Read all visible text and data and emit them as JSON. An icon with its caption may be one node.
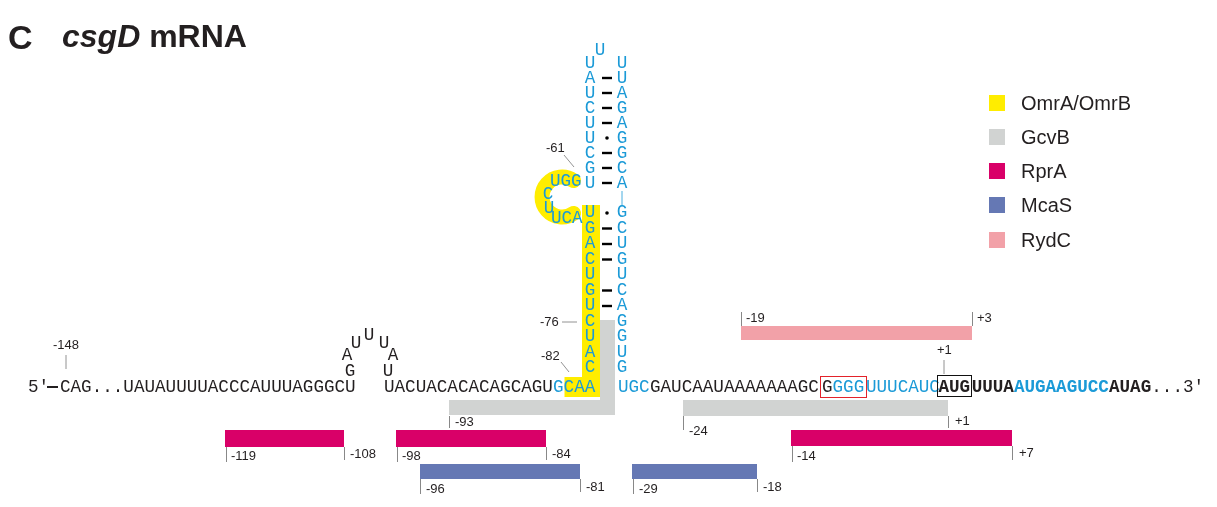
{
  "diagram": {
    "title": "*csgD* mRNA",
    "nodes": [
      {
        "text": [],
        "shape": "bar",
        "beside": [
          "-19",
          "+3"
        ]
      },
      {
        "text": [
          "GGGG"
        ]
      },
      {
        "text": [
          "AUG"
        ]
      },
      {
        "text": [],
        "shape": "bar",
        "beside": [
          "-93"
        ]
      },
      {
        "text": [],
        "shape": "bar",
        "beside": [
          "-24",
          "+1"
        ]
      },
      {
        "text": [],
        "shape": "bar",
        "beside": [
          "-119",
          "-108"
        ]
      },
      {
        "text": [],
        "shape": "bar",
        "beside": [
          "-98",
          "-84"
        ]
      },
      {
        "text": [],
        "shape": "bar",
        "beside": [
          "-14",
          "+7"
        ]
      },
      {
        "text": [],
        "shape": "bar",
        "beside": [
          "-96",
          "-81"
        ]
      },
      {
        "text": [],
        "shape": "bar",
        "beside": [
          "-29",
          "-18"
        ]
      }
    ],
    "labels": [
      "C",
      "U",
      "UAUCUUCGU",
      "UUAGAGGCA",
      "-61",
      "UGG",
      "C",
      "U",
      "UCA",
      "UGACUGUCUAC",
      "GCUGUCAGGUG",
      "-76",
      "A",
      "U",
      "U",
      "U",
      "A",
      "-148",
      "+1",
      "-82",
      "G",
      "U",
      "5′",
      "CAG...UAUAUUUUACCCAUUUAGGGCU",
      "UACUACACACAGCAGU",
      "G",
      "CAA",
      "UGC",
      "GAUCAAUAAAAAAAGC",
      "UUUCAUC",
      "UUUA",
      "AUGAAGUCC",
      "AUAG",
      "...3′"
    ],
    "legend": [
      {
        "text": "OmrA/OmrB",
        "color": "#ffed00"
      },
      {
        "text": "GcvB",
        "color": "#d1d3d2"
      },
      {
        "text": "RprA",
        "color": "#d90068"
      },
      {
        "text": "McaS",
        "color": "#6578b4"
      },
      {
        "text": "RydC",
        "color": "#f2a1a8"
      }
    ]
  }
}
